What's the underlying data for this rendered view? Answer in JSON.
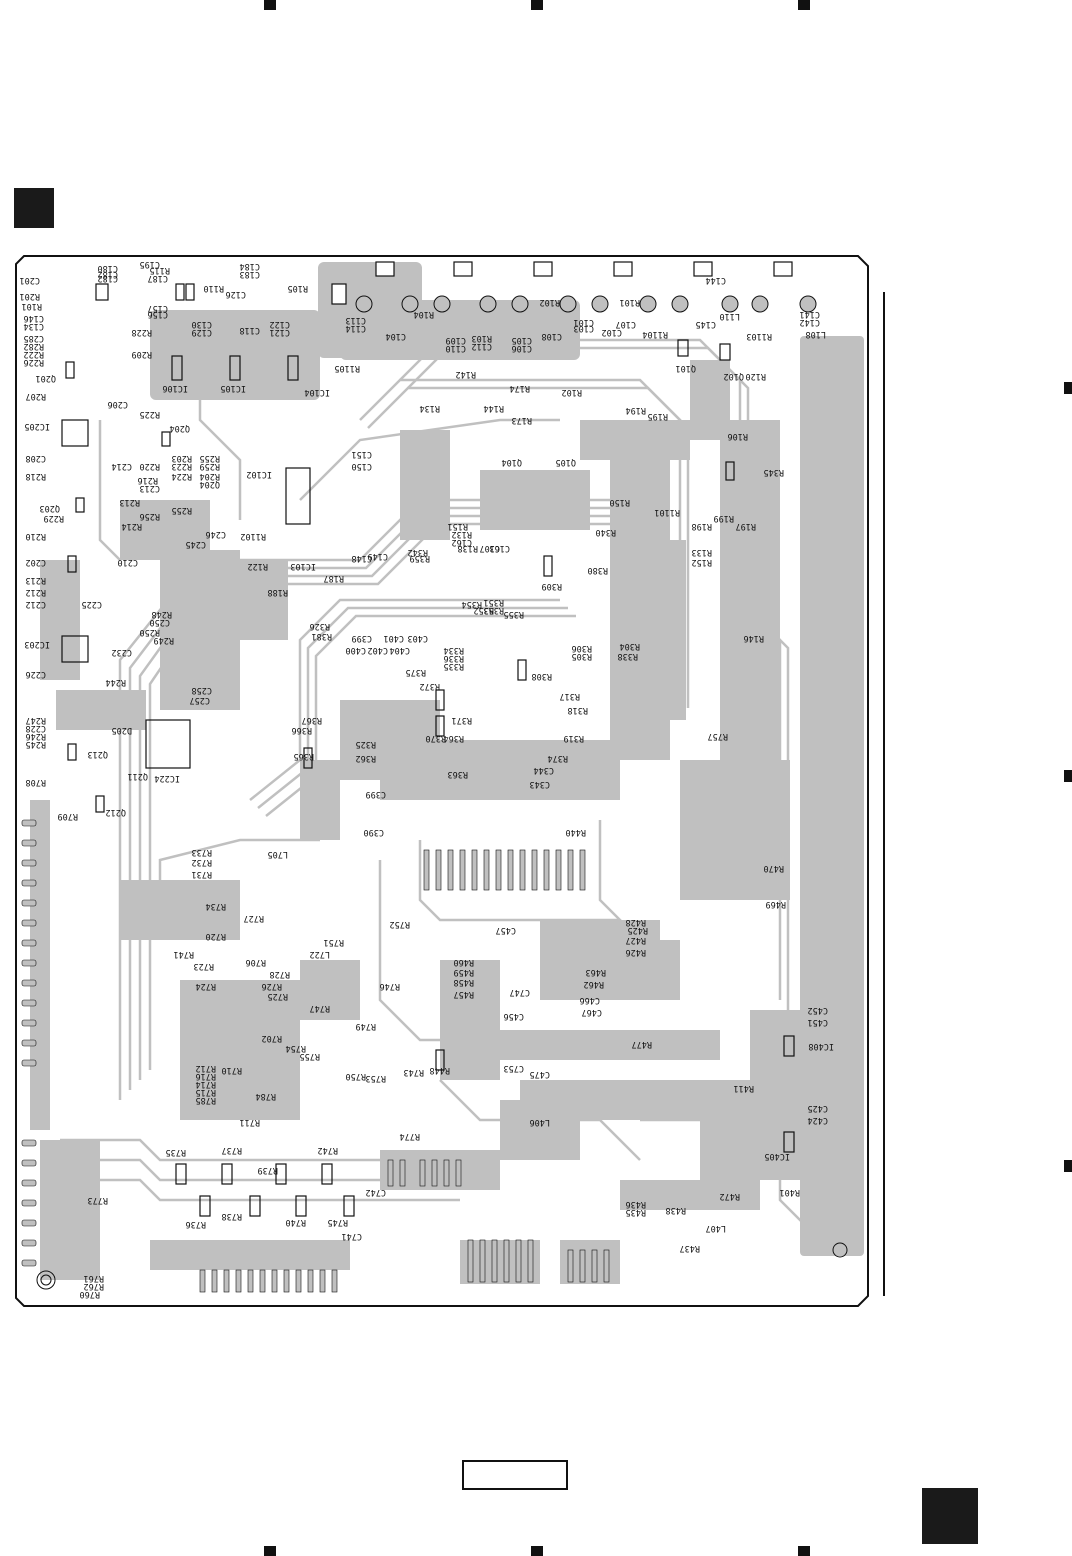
{
  "colors": {
    "copper": "#c0c0c0",
    "outline": "#111111",
    "pad": "#ffffff",
    "marker": "#111111"
  },
  "icons": [
    "registration-mark-icon",
    "index-square-icon",
    "crosshair-icon"
  ],
  "labels": [
    {
      "id": "C201",
      "t": "C201"
    },
    {
      "id": "C180",
      "t": "C180"
    },
    {
      "id": "C182",
      "t": "C182"
    },
    {
      "id": "C182b",
      "t": "C182"
    },
    {
      "id": "R115",
      "t": "R115"
    },
    {
      "id": "C195",
      "t": "C195"
    },
    {
      "id": "C187",
      "t": "C187"
    },
    {
      "id": "C184",
      "t": "C184"
    },
    {
      "id": "C183",
      "t": "C183"
    },
    {
      "id": "R110",
      "t": "R110"
    },
    {
      "id": "C126",
      "t": "C126"
    },
    {
      "id": "R105",
      "t": "R105"
    },
    {
      "id": "R201",
      "t": "R201"
    },
    {
      "id": "R101b",
      "t": "R101"
    },
    {
      "id": "C146",
      "t": "C146"
    },
    {
      "id": "C134",
      "t": "C134"
    },
    {
      "id": "C285",
      "t": "C285"
    },
    {
      "id": "R282",
      "t": "R282"
    },
    {
      "id": "R222",
      "t": "R222"
    },
    {
      "id": "R226",
      "t": "R226"
    },
    {
      "id": "C157",
      "t": "C157"
    },
    {
      "id": "C156",
      "t": "C156"
    },
    {
      "id": "C130",
      "t": "C130"
    },
    {
      "id": "C129",
      "t": "C129"
    },
    {
      "id": "C118",
      "t": "C118"
    },
    {
      "id": "C122",
      "t": "C122"
    },
    {
      "id": "C121",
      "t": "C121"
    },
    {
      "id": "C113",
      "t": "C113"
    },
    {
      "id": "C114",
      "t": "C114"
    },
    {
      "id": "R104",
      "t": "R104"
    },
    {
      "id": "R102",
      "t": "R102"
    },
    {
      "id": "R101",
      "t": "R101"
    },
    {
      "id": "C144",
      "t": "C144"
    },
    {
      "id": "L110",
      "t": "L110"
    },
    {
      "id": "C141",
      "t": "C141"
    },
    {
      "id": "C142",
      "t": "C142"
    },
    {
      "id": "C145",
      "t": "C145"
    },
    {
      "id": "L108",
      "t": "L108"
    },
    {
      "id": "R1103",
      "t": "R1103"
    },
    {
      "id": "R1104",
      "t": "R1104"
    },
    {
      "id": "C104",
      "t": "C104"
    },
    {
      "id": "R103",
      "t": "R103"
    },
    {
      "id": "C109",
      "t": "C109"
    },
    {
      "id": "C110",
      "t": "C110"
    },
    {
      "id": "C112",
      "t": "C112"
    },
    {
      "id": "C105",
      "t": "C105"
    },
    {
      "id": "C106",
      "t": "C106"
    },
    {
      "id": "C108",
      "t": "C108"
    },
    {
      "id": "C103",
      "t": "C103"
    },
    {
      "id": "C101",
      "t": "C101"
    },
    {
      "id": "C102",
      "t": "C102"
    },
    {
      "id": "C107",
      "t": "C107"
    },
    {
      "id": "Q201",
      "t": "Q201"
    },
    {
      "id": "R228",
      "t": "R228"
    },
    {
      "id": "R209",
      "t": "R209"
    },
    {
      "id": "IC106",
      "t": "IC106"
    },
    {
      "id": "IC105",
      "t": "IC105"
    },
    {
      "id": "IC104",
      "t": "IC104"
    },
    {
      "id": "R1105",
      "t": "R1105"
    },
    {
      "id": "R142",
      "t": "R142"
    },
    {
      "id": "R174",
      "t": "R174"
    },
    {
      "id": "R102b",
      "t": "R102"
    },
    {
      "id": "Q101",
      "t": "Q101"
    },
    {
      "id": "Q102",
      "t": "Q102"
    },
    {
      "id": "R120",
      "t": "R120"
    },
    {
      "id": "R207",
      "t": "R207"
    },
    {
      "id": "C206",
      "t": "C206"
    },
    {
      "id": "R225",
      "t": "R225"
    },
    {
      "id": "R134",
      "t": "R134"
    },
    {
      "id": "R144",
      "t": "R144"
    },
    {
      "id": "R173",
      "t": "R173"
    },
    {
      "id": "R195",
      "t": "R195"
    },
    {
      "id": "R194",
      "t": "R194"
    },
    {
      "id": "R106",
      "t": "R106"
    },
    {
      "id": "IC205",
      "t": "IC205"
    },
    {
      "id": "Q204",
      "t": "Q204"
    },
    {
      "id": "C208",
      "t": "C208"
    },
    {
      "id": "R218",
      "t": "R218"
    },
    {
      "id": "C214",
      "t": "C214"
    },
    {
      "id": "R220",
      "t": "R220"
    },
    {
      "id": "R223",
      "t": "R223"
    },
    {
      "id": "R259",
      "t": "R259"
    },
    {
      "id": "R255",
      "t": "R255"
    },
    {
      "id": "R203",
      "t": "R203"
    },
    {
      "id": "R204",
      "t": "R204"
    },
    {
      "id": "R224",
      "t": "R224"
    },
    {
      "id": "IC102",
      "t": "IC102"
    },
    {
      "id": "C151",
      "t": "C151"
    },
    {
      "id": "C150",
      "t": "C150"
    },
    {
      "id": "Q104",
      "t": "Q104"
    },
    {
      "id": "Q105",
      "t": "Q105"
    },
    {
      "id": "R345",
      "t": "R345"
    },
    {
      "id": "R216",
      "t": "R216"
    },
    {
      "id": "C213",
      "t": "C213"
    },
    {
      "id": "Q204b",
      "t": "Q204"
    },
    {
      "id": "R213",
      "t": "R213"
    },
    {
      "id": "Q203",
      "t": "Q203"
    },
    {
      "id": "R229",
      "t": "R229"
    },
    {
      "id": "R256",
      "t": "R256"
    },
    {
      "id": "R214",
      "t": "R214"
    },
    {
      "id": "R255b",
      "t": "R255"
    },
    {
      "id": "R150",
      "t": "R150"
    },
    {
      "id": "R1101",
      "t": "R1101"
    },
    {
      "id": "R199",
      "t": "R199"
    },
    {
      "id": "R198",
      "t": "R198"
    },
    {
      "id": "R197",
      "t": "R197"
    },
    {
      "id": "R210",
      "t": "R210"
    },
    {
      "id": "C245",
      "t": "C245"
    },
    {
      "id": "C246",
      "t": "C246"
    },
    {
      "id": "R1102",
      "t": "R1102"
    },
    {
      "id": "R151",
      "t": "R151"
    },
    {
      "id": "R132",
      "t": "R132"
    },
    {
      "id": "C162",
      "t": "C162"
    },
    {
      "id": "C163",
      "t": "C163"
    },
    {
      "id": "C107b",
      "t": "C107"
    },
    {
      "id": "R138",
      "t": "R138"
    },
    {
      "id": "R342",
      "t": "R342"
    },
    {
      "id": "R340",
      "t": "R340"
    },
    {
      "id": "R133",
      "t": "R133"
    },
    {
      "id": "R152",
      "t": "R152"
    },
    {
      "id": "C202",
      "t": "C202"
    },
    {
      "id": "C210",
      "t": "C210"
    },
    {
      "id": "R122",
      "t": "R122"
    },
    {
      "id": "IC103",
      "t": "IC103"
    },
    {
      "id": "C149",
      "t": "C149"
    },
    {
      "id": "C148",
      "t": "C148"
    },
    {
      "id": "R359",
      "t": "R359"
    },
    {
      "id": "R309",
      "t": "R309"
    },
    {
      "id": "R380",
      "t": "R380"
    },
    {
      "id": "R213b",
      "t": "R213"
    },
    {
      "id": "R212",
      "t": "R212"
    },
    {
      "id": "C212",
      "t": "C212"
    },
    {
      "id": "C225",
      "t": "C225"
    },
    {
      "id": "R187",
      "t": "R187"
    },
    {
      "id": "R188",
      "t": "R188"
    },
    {
      "id": "R354",
      "t": "R354"
    },
    {
      "id": "R351",
      "t": "R351"
    },
    {
      "id": "R352",
      "t": "R352"
    },
    {
      "id": "R353",
      "t": "R353"
    },
    {
      "id": "R355",
      "t": "R355"
    },
    {
      "id": "R248",
      "t": "R248"
    },
    {
      "id": "C250",
      "t": "C250"
    },
    {
      "id": "R250",
      "t": "R250"
    },
    {
      "id": "R249",
      "t": "R249"
    },
    {
      "id": "R326",
      "t": "R326"
    },
    {
      "id": "R381",
      "t": "R381"
    },
    {
      "id": "C399",
      "t": "C399"
    },
    {
      "id": "C401",
      "t": "C401"
    },
    {
      "id": "C403",
      "t": "C403"
    },
    {
      "id": "C400",
      "t": "C400"
    },
    {
      "id": "C402",
      "t": "C402"
    },
    {
      "id": "C404",
      "t": "C404"
    },
    {
      "id": "R146",
      "t": "R146"
    },
    {
      "id": "IC203",
      "t": "IC203"
    },
    {
      "id": "C232",
      "t": "C232"
    },
    {
      "id": "R304",
      "t": "R304"
    },
    {
      "id": "R306",
      "t": "R306"
    },
    {
      "id": "R305",
      "t": "R305"
    },
    {
      "id": "R338",
      "t": "R338"
    },
    {
      "id": "R334",
      "t": "R334"
    },
    {
      "id": "R336",
      "t": "R336"
    },
    {
      "id": "R335",
      "t": "R335"
    },
    {
      "id": "R308",
      "t": "R308"
    },
    {
      "id": "C226",
      "t": "C226"
    },
    {
      "id": "R244",
      "t": "R244"
    },
    {
      "id": "R375",
      "t": "R375"
    },
    {
      "id": "R372",
      "t": "R372"
    },
    {
      "id": "C258",
      "t": "C258"
    },
    {
      "id": "C257",
      "t": "C257"
    },
    {
      "id": "R317",
      "t": "R317"
    },
    {
      "id": "R318",
      "t": "R318"
    },
    {
      "id": "R371",
      "t": "R371"
    },
    {
      "id": "R247",
      "t": "R247"
    },
    {
      "id": "C228",
      "t": "C228"
    },
    {
      "id": "R246",
      "t": "R246"
    },
    {
      "id": "R245",
      "t": "R245"
    },
    {
      "id": "D205",
      "t": "D205"
    },
    {
      "id": "R367",
      "t": "R367"
    },
    {
      "id": "R366",
      "t": "R366"
    },
    {
      "id": "R370",
      "t": "R370"
    },
    {
      "id": "R364",
      "t": "R364"
    },
    {
      "id": "R319",
      "t": "R319"
    },
    {
      "id": "R757",
      "t": "R757"
    },
    {
      "id": "Q213",
      "t": "Q213"
    },
    {
      "id": "IC224",
      "t": "IC224"
    },
    {
      "id": "R365",
      "t": "R365"
    },
    {
      "id": "R362",
      "t": "R362"
    },
    {
      "id": "R325",
      "t": "R325"
    },
    {
      "id": "R374",
      "t": "R374"
    },
    {
      "id": "R708",
      "t": "R708"
    },
    {
      "id": "Q211",
      "t": "Q211"
    },
    {
      "id": "C344",
      "t": "C344"
    },
    {
      "id": "R363",
      "t": "R363"
    },
    {
      "id": "C343",
      "t": "C343"
    },
    {
      "id": "C399b",
      "t": "C399"
    },
    {
      "id": "R709",
      "t": "R709"
    },
    {
      "id": "Q212",
      "t": "Q212"
    },
    {
      "id": "C390",
      "t": "C390"
    },
    {
      "id": "R440",
      "t": "R440"
    },
    {
      "id": "R733",
      "t": "R733"
    },
    {
      "id": "R732",
      "t": "R732"
    },
    {
      "id": "R731",
      "t": "R731"
    },
    {
      "id": "L705",
      "t": "L705"
    },
    {
      "id": "R470",
      "t": "R470"
    },
    {
      "id": "R734",
      "t": "R734"
    },
    {
      "id": "R469",
      "t": "R469"
    },
    {
      "id": "R727",
      "t": "R727"
    },
    {
      "id": "R752",
      "t": "R752"
    },
    {
      "id": "R428",
      "t": "R428"
    },
    {
      "id": "R425",
      "t": "R425"
    },
    {
      "id": "R427",
      "t": "R427"
    },
    {
      "id": "R426",
      "t": "R426"
    },
    {
      "id": "C457",
      "t": "C457"
    },
    {
      "id": "R720",
      "t": "R720"
    },
    {
      "id": "R751",
      "t": "R751"
    },
    {
      "id": "L722",
      "t": "L722"
    },
    {
      "id": "R741",
      "t": "R741"
    },
    {
      "id": "R723",
      "t": "R723"
    },
    {
      "id": "R706",
      "t": "R706"
    },
    {
      "id": "R460",
      "t": "R460"
    },
    {
      "id": "R459",
      "t": "R459"
    },
    {
      "id": "R458",
      "t": "R458"
    },
    {
      "id": "R457",
      "t": "R457"
    },
    {
      "id": "R462",
      "t": "R462"
    },
    {
      "id": "R463",
      "t": "R463"
    },
    {
      "id": "R728",
      "t": "R728"
    },
    {
      "id": "R724",
      "t": "R724"
    },
    {
      "id": "R726",
      "t": "R726"
    },
    {
      "id": "R725",
      "t": "R725"
    },
    {
      "id": "R746",
      "t": "R746"
    },
    {
      "id": "C747",
      "t": "C747"
    },
    {
      "id": "C466",
      "t": "C466"
    },
    {
      "id": "R747",
      "t": "R747"
    },
    {
      "id": "C456",
      "t": "C456"
    },
    {
      "id": "C467",
      "t": "C467"
    },
    {
      "id": "C452",
      "t": "C452"
    },
    {
      "id": "C451",
      "t": "C451"
    },
    {
      "id": "R749",
      "t": "R749"
    },
    {
      "id": "R702",
      "t": "R702"
    },
    {
      "id": "R754",
      "t": "R754"
    },
    {
      "id": "R755",
      "t": "R755"
    },
    {
      "id": "IC408",
      "t": "IC408"
    },
    {
      "id": "R477",
      "t": "R477"
    },
    {
      "id": "R712",
      "t": "R712"
    },
    {
      "id": "R716",
      "t": "R716"
    },
    {
      "id": "R710",
      "t": "R710"
    },
    {
      "id": "R714",
      "t": "R714"
    },
    {
      "id": "R715",
      "t": "R715"
    },
    {
      "id": "R753",
      "t": "R753"
    },
    {
      "id": "R750",
      "t": "R750"
    },
    {
      "id": "R448",
      "t": "R448"
    },
    {
      "id": "R743",
      "t": "R743"
    },
    {
      "id": "C753",
      "t": "C753"
    },
    {
      "id": "C475",
      "t": "C475"
    },
    {
      "id": "R785",
      "t": "R785"
    },
    {
      "id": "R784",
      "t": "R784"
    },
    {
      "id": "R411",
      "t": "R411"
    },
    {
      "id": "R711",
      "t": "R711"
    },
    {
      "id": "L406",
      "t": "L406"
    },
    {
      "id": "C425",
      "t": "C425"
    },
    {
      "id": "C424",
      "t": "C424"
    },
    {
      "id": "R774",
      "t": "R774"
    },
    {
      "id": "R735",
      "t": "R735"
    },
    {
      "id": "R737",
      "t": "R737"
    },
    {
      "id": "R739",
      "t": "R739"
    },
    {
      "id": "R742",
      "t": "R742"
    },
    {
      "id": "IC405",
      "t": "IC405"
    },
    {
      "id": "C742",
      "t": "C742"
    },
    {
      "id": "R773",
      "t": "R773"
    },
    {
      "id": "R472",
      "t": "R472"
    },
    {
      "id": "R401",
      "t": "R401"
    },
    {
      "id": "R436",
      "t": "R436"
    },
    {
      "id": "R435",
      "t": "R435"
    },
    {
      "id": "R438",
      "t": "R438"
    },
    {
      "id": "R736",
      "t": "R736"
    },
    {
      "id": "R738",
      "t": "R738"
    },
    {
      "id": "R740",
      "t": "R740"
    },
    {
      "id": "R745",
      "t": "R745"
    },
    {
      "id": "L407",
      "t": "L407"
    },
    {
      "id": "C741",
      "t": "C741"
    },
    {
      "id": "R437",
      "t": "R437"
    },
    {
      "id": "R761",
      "t": "R761"
    },
    {
      "id": "R762",
      "t": "R762"
    },
    {
      "id": "R760",
      "t": "R760"
    }
  ]
}
